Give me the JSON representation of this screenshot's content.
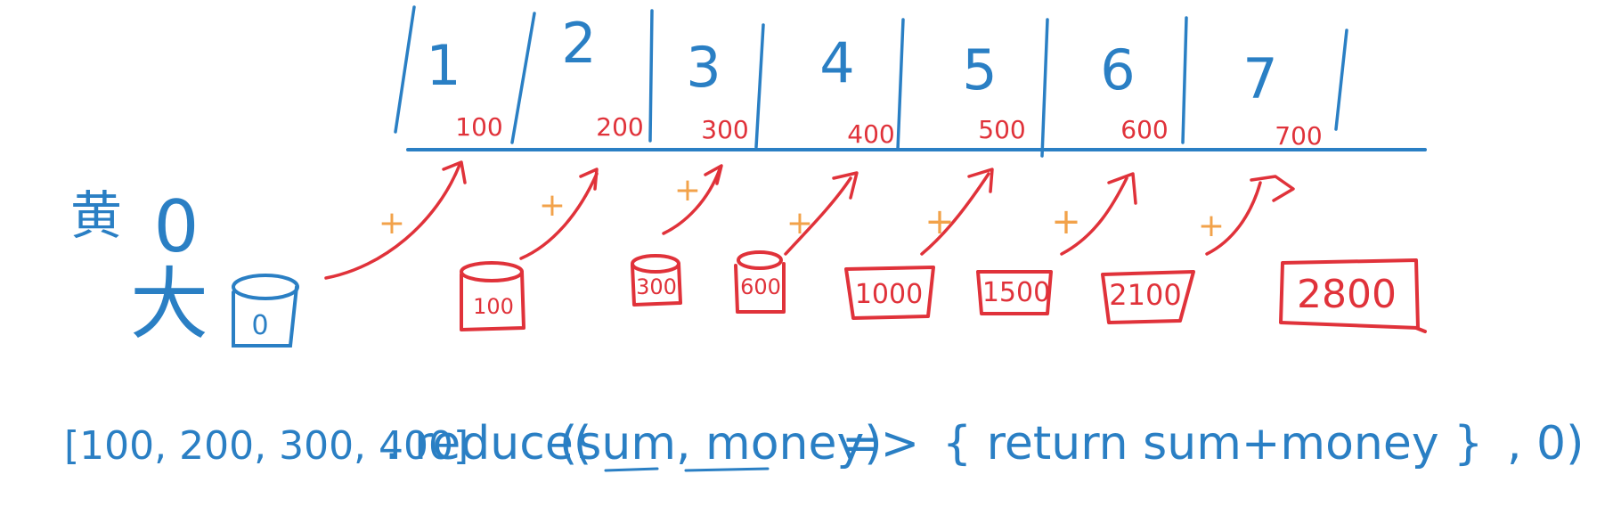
{
  "colors": {
    "blue": "#2a7fc4",
    "red": "#e0323a",
    "orange": "#f2a24a"
  },
  "left_labels": {
    "top_glyph": "黄",
    "top_number": "0",
    "bottom_glyph": "大"
  },
  "initial_bucket": "0",
  "slots": [
    {
      "number": "1",
      "amount": "100"
    },
    {
      "number": "2",
      "amount": "200"
    },
    {
      "number": "3",
      "amount": "300"
    },
    {
      "number": "4",
      "amount": "400"
    },
    {
      "number": "5",
      "amount": "500"
    },
    {
      "number": "6",
      "amount": "600"
    },
    {
      "number": "7",
      "amount": "700"
    }
  ],
  "plus_sign": "+",
  "buckets": [
    "100",
    "300",
    "600",
    "1000",
    "1500",
    "2100",
    "2800"
  ],
  "code": {
    "array": "[100, 200, 300, 400]",
    "dot_reduce": ". reduce(",
    "params": "(sum, money)",
    "arrow": "=>",
    "body": "{ return sum+money }",
    "tail": ", 0)"
  }
}
